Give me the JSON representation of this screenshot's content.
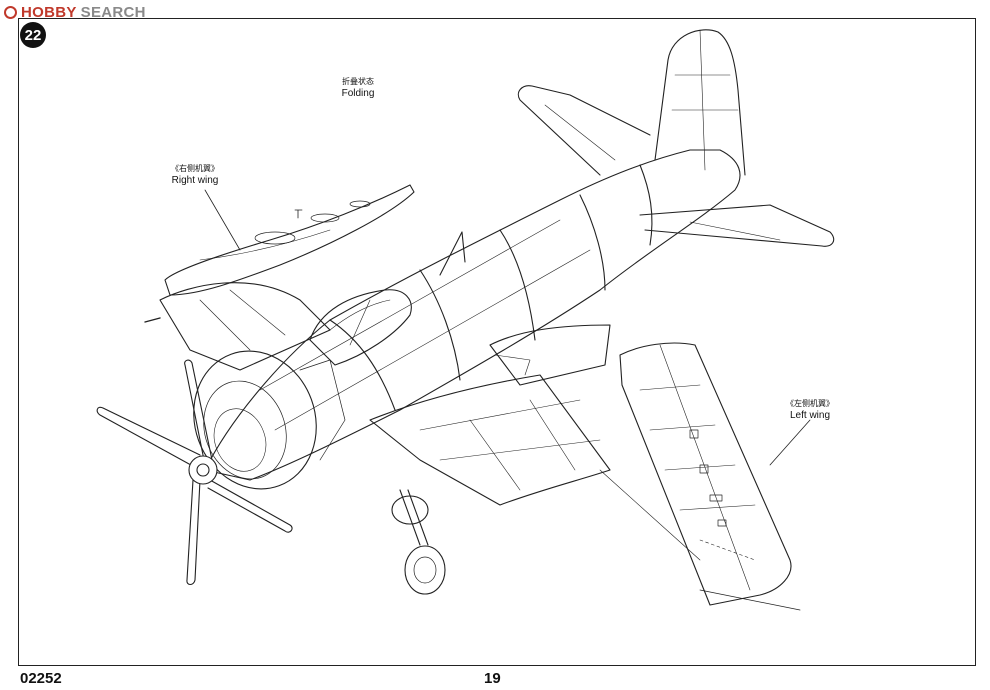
{
  "watermark": {
    "brand_hobby": "HOBBY",
    "brand_search": "SEARCH"
  },
  "step": {
    "number": "22"
  },
  "labels": {
    "folding": {
      "cn": "折叠状态",
      "en": "Folding"
    },
    "right_wing": {
      "cn": "《右侧机翼》",
      "en": "Right wing"
    },
    "left_wing": {
      "cn": "《左侧机翼》",
      "en": "Left wing"
    }
  },
  "footer": {
    "code": "02252",
    "page": "19"
  }
}
